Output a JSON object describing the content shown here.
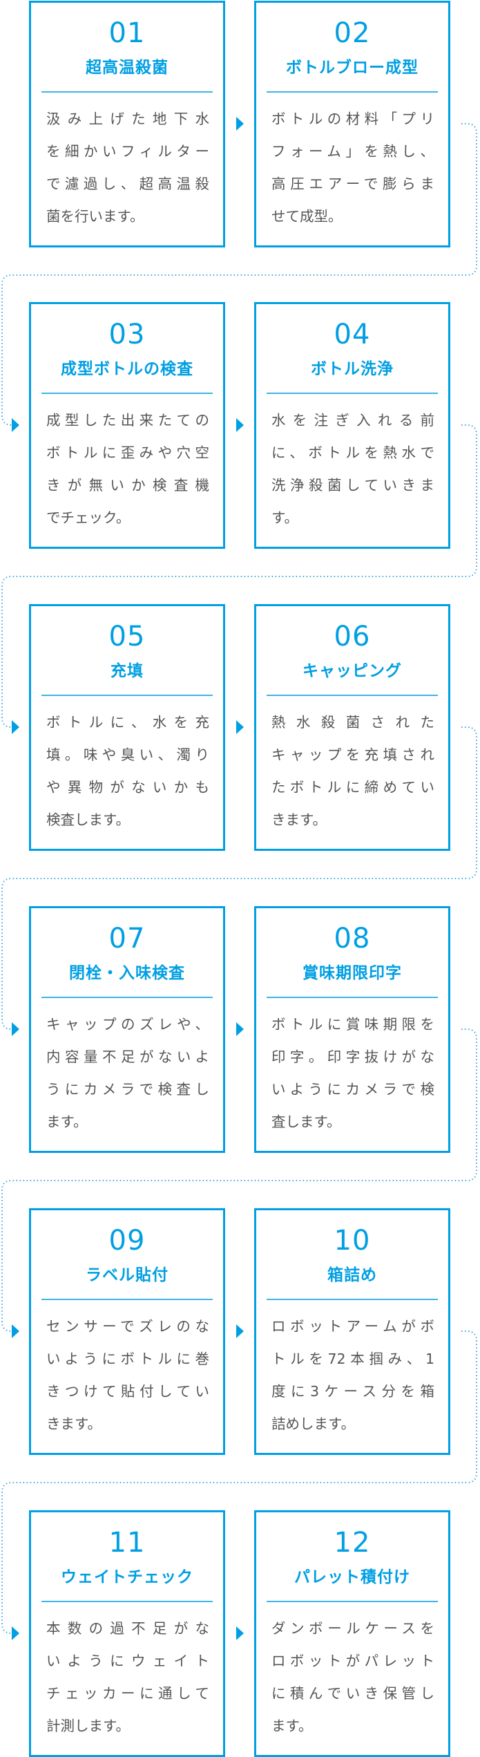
{
  "colors": {
    "accent": "#009fe3",
    "body_text": "#555555",
    "divider": "#3db4ea"
  },
  "steps": [
    {
      "num": "01",
      "title": "超高温殺菌",
      "lines": [
        "汲み上げた地下水",
        "を細かいフィルター",
        "で濾過し、超高温殺",
        "菌を行います。"
      ]
    },
    {
      "num": "02",
      "title": "ボトルブロー成型",
      "lines": [
        "ボトルの材料「プリ",
        "フォーム」を熱し、",
        "高圧エアーで膨らま",
        "せて成型。"
      ]
    },
    {
      "num": "03",
      "title": "成型ボトルの検査",
      "lines": [
        "成型した出来たての",
        "ボトルに歪みや穴空",
        "きが無いか検査機",
        "でチェック。"
      ]
    },
    {
      "num": "04",
      "title": "ボトル洗浄",
      "lines": [
        "水を注ぎ入れる前",
        "に、ボトルを熱水で",
        "洗浄殺菌していきま",
        "す。"
      ]
    },
    {
      "num": "05",
      "title": "充填",
      "lines": [
        "ボトルに、水を充",
        "填。味や臭い、濁り",
        "や異物がないかも",
        "検査します。"
      ]
    },
    {
      "num": "06",
      "title": "キャッピング",
      "lines": [
        "熱水殺菌された",
        "キャップを充填され",
        "たボトルに締めてい",
        "きます。"
      ]
    },
    {
      "num": "07",
      "title": "閉栓・入味検査",
      "lines": [
        "キャップのズレや、",
        "内容量不足がないよ",
        "うにカメラで検査し",
        "ます。"
      ]
    },
    {
      "num": "08",
      "title": "賞味期限印字",
      "lines": [
        "ボトルに賞味期限を",
        "印字。印字抜けがな",
        "いようにカメラで検",
        "査します。"
      ]
    },
    {
      "num": "09",
      "title": "ラベル貼付",
      "lines": [
        "センサーでズレのな",
        "いようにボトルに巻",
        "きつけて貼付してい",
        "きます。"
      ]
    },
    {
      "num": "10",
      "title": "箱詰め",
      "lines": [
        "ロボットアームがボ",
        "トルを72本掴み、1",
        "度に3ケース分を箱",
        "詰めします。"
      ]
    },
    {
      "num": "11",
      "title": "ウェイトチェック",
      "lines": [
        "本数の過不足がな",
        "いようにウェイト",
        "チェッカーに通して",
        "計測します。"
      ]
    },
    {
      "num": "12",
      "title": "パレット積付け",
      "lines": [
        "ダンボールケースを",
        "ロボットがパレット",
        "に積んでいき保管し",
        "ます。"
      ]
    }
  ]
}
